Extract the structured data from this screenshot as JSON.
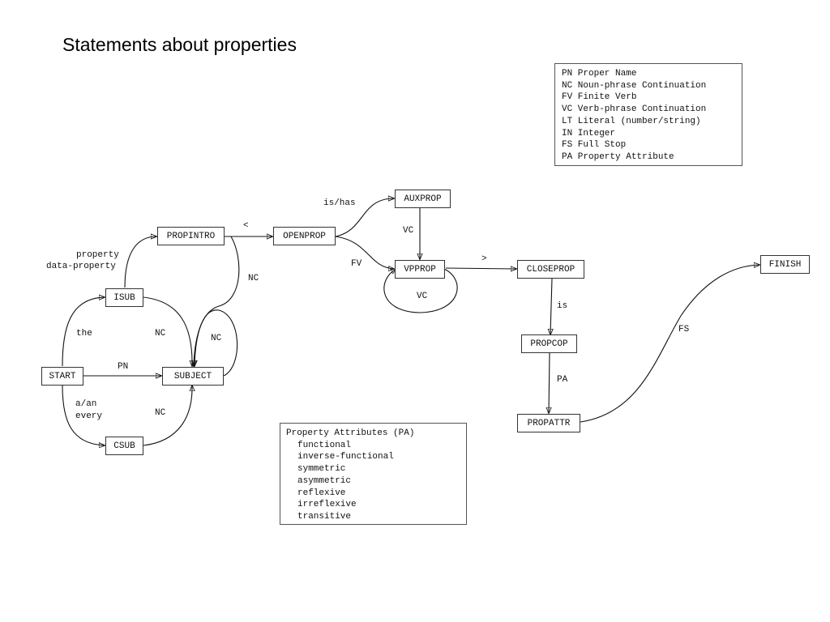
{
  "title": "Statements about properties",
  "nodes": {
    "start": "START",
    "isub": "ISUB",
    "csub": "CSUB",
    "subject": "SUBJECT",
    "propintro": "PROPINTRO",
    "openprop": "OPENPROP",
    "auxprop": "AUXPROP",
    "vpprop": "VPPROP",
    "closeprop": "CLOSEPROP",
    "propcop": "PROPCOP",
    "propattr": "PROPATTR",
    "finish": "FINISH"
  },
  "edges": {
    "start_isub": "the",
    "start_subject": "PN",
    "start_csub_1": "a/an",
    "start_csub_2": "every",
    "isub_subject": "NC",
    "csub_subject": "NC",
    "isub_propintro_1": "property",
    "isub_propintro_2": "data-property",
    "propintro_subject": "NC",
    "subject_loop": "NC",
    "propintro_openprop": "<",
    "openprop_auxprop": "is/has",
    "openprop_vpprop": "FV",
    "auxprop_vpprop": "VC",
    "vpprop_loop": "VC",
    "vpprop_closeprop": ">",
    "closeprop_propcop": "is",
    "propcop_propattr": "PA",
    "propattr_finish": "FS"
  },
  "legend": [
    "PN Proper Name",
    "NC Noun-phrase Continuation",
    "FV Finite Verb",
    "VC Verb-phrase Continuation",
    "LT Literal (number/string)",
    "IN Integer",
    "FS Full Stop",
    "PA Property Attribute"
  ],
  "attributes": {
    "heading": "Property Attributes (PA)",
    "items": [
      "functional",
      "inverse-functional",
      "symmetric",
      "asymmetric",
      "reflexive",
      "irreflexive",
      "transitive"
    ]
  }
}
